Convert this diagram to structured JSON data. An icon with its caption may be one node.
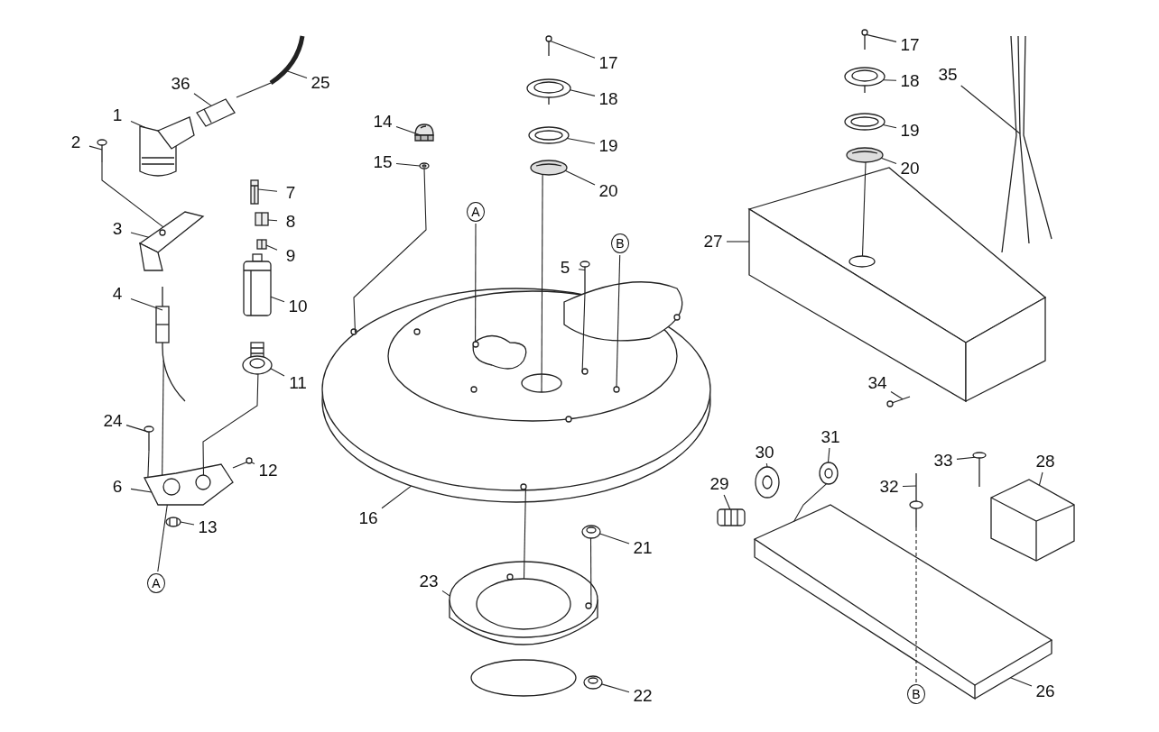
{
  "diagram": {
    "nodes": [
      {
        "text": [
          "36"
        ]
      },
      {
        "text": [
          "25"
        ]
      },
      {
        "text": [
          "1"
        ]
      },
      {
        "text": [
          "2"
        ]
      },
      {
        "text": [
          "3"
        ]
      },
      {
        "text": [
          "7"
        ]
      },
      {
        "text": [
          "8"
        ]
      },
      {
        "text": [
          "9"
        ]
      },
      {
        "text": [
          "4"
        ]
      },
      {
        "text": [
          "10"
        ]
      },
      {
        "text": [
          "11"
        ]
      },
      {
        "text": [
          "24"
        ]
      },
      {
        "text": [
          "12"
        ]
      },
      {
        "text": [
          "6"
        ]
      },
      {
        "text": [
          "13"
        ]
      },
      {
        "text": [
          "A"
        ]
      },
      {
        "text": [
          "14"
        ]
      },
      {
        "text": [
          "15"
        ]
      },
      {
        "text": [
          "17"
        ]
      },
      {
        "text": [
          "18"
        ]
      },
      {
        "text": [
          "19"
        ]
      },
      {
        "text": [
          "20"
        ]
      },
      {
        "text": [
          "A"
        ]
      },
      {
        "text": [
          "5"
        ]
      },
      {
        "text": [
          "B"
        ]
      },
      {
        "text": [
          "16"
        ]
      },
      {
        "text": [
          "23"
        ]
      },
      {
        "text": [
          "21"
        ]
      },
      {
        "text": [
          "22"
        ]
      },
      {
        "text": [
          "17"
        ]
      },
      {
        "text": [
          "18"
        ]
      },
      {
        "text": [
          "19"
        ]
      },
      {
        "text": [
          "20"
        ]
      },
      {
        "text": [
          "35"
        ]
      },
      {
        "text": [
          "27"
        ]
      },
      {
        "text": [
          "34"
        ]
      },
      {
        "text": [
          "31"
        ]
      },
      {
        "text": [
          "30"
        ]
      },
      {
        "text": [
          "29"
        ]
      },
      {
        "text": [
          "33"
        ]
      },
      {
        "text": [
          "28"
        ]
      },
      {
        "text": [
          "32"
        ]
      },
      {
        "text": [
          "26"
        ]
      },
      {
        "text": [
          "B"
        ]
      },
      {
        "text": [],
        "shape": "picture"
      },
      {
        "text": [],
        "shape": "picture"
      },
      {
        "text": [],
        "shape": "picture"
      },
      {
        "text": [],
        "shape": "picture"
      },
      {
        "text": [],
        "shape": "picture"
      },
      {
        "text": [],
        "shape": "picture"
      },
      {
        "text": [],
        "shape": "picture"
      },
      {
        "text": [],
        "shape": "picture"
      },
      {
        "text": [],
        "shape": "picture"
      },
      {
        "text": [],
        "shape": "picture"
      },
      {
        "text": [],
        "shape": "picture"
      },
      {
        "text": [],
        "shape": "picture"
      },
      {
        "text": [],
        "shape": "picture"
      },
      {
        "text": [],
        "shape": "picture"
      },
      {
        "text": [],
        "shape": "picture"
      },
      {
        "text": [],
        "shape": "picture"
      },
      {
        "text": [],
        "shape": "picture"
      },
      {
        "text": [],
        "shape": "picture"
      },
      {
        "text": [],
        "shape": "picture"
      },
      {
        "text": [],
        "shape": "picture"
      },
      {
        "text": [],
        "shape": "picture"
      },
      {
        "text": [],
        "shape": "picture"
      },
      {
        "text": [],
        "shape": "picture"
      },
      {
        "text": [],
        "shape": "picture"
      },
      {
        "text": [],
        "shape": "picture"
      },
      {
        "text": [],
        "shape": "picture"
      },
      {
        "text": [],
        "shape": "picture"
      },
      {
        "text": [],
        "shape": "picture"
      },
      {
        "text": [],
        "shape": "picture"
      },
      {
        "text": [],
        "shape": "picture"
      },
      {
        "text": [],
        "shape": "picture"
      },
      {
        "text": [],
        "shape": "picture"
      },
      {
        "text": [],
        "shape": "picture"
      },
      {
        "text": [],
        "shape": "picture"
      },
      {
        "text": [],
        "shape": "picture"
      },
      {
        "text": [],
        "shape": "picture"
      },
      {
        "text": [],
        "shape": "picture"
      },
      {
        "text": [],
        "shape": "picture"
      },
      {
        "text": [],
        "shape": "picture"
      },
      {
        "text": [],
        "shape": "picture"
      }
    ],
    "edges": [
      {
        "from": 0,
        "to": 45,
        "arrow": "none"
      },
      {
        "from": 1,
        "to": 44,
        "arrow": "none"
      },
      {
        "from": 2,
        "to": 46,
        "arrow": "none"
      },
      {
        "from": 3,
        "to": 47,
        "arrow": "none"
      },
      {
        "from": 4,
        "to": 48,
        "arrow": "none"
      },
      {
        "from": 5,
        "to": 50,
        "arrow": "none"
      },
      {
        "from": 6,
        "to": 51,
        "arrow": "none"
      },
      {
        "from": 7,
        "to": 52,
        "arrow": "none"
      },
      {
        "from": 8,
        "to": 49,
        "arrow": "none"
      },
      {
        "from": 9,
        "to": 53,
        "arrow": "none"
      },
      {
        "from": 10,
        "to": 54,
        "arrow": "none"
      },
      {
        "from": 11,
        "to": 55,
        "arrow": "none"
      },
      {
        "from": 12,
        "to": 57,
        "arrow": "none"
      },
      {
        "from": 13,
        "to": 56,
        "arrow": "none"
      },
      {
        "from": 14,
        "to": 58,
        "arrow": "none"
      },
      {
        "from": 15,
        "to": 56,
        "arrow": "none"
      },
      {
        "from": 16,
        "to": 59,
        "arrow": "none"
      },
      {
        "from": 17,
        "to": 60,
        "arrow": "none"
      },
      {
        "from": 18,
        "to": 61,
        "arrow": "none"
      },
      {
        "from": 19,
        "to": 62,
        "arrow": "none"
      },
      {
        "from": 20,
        "to": 63,
        "arrow": "none"
      },
      {
        "from": 21,
        "to": 64,
        "arrow": "none"
      },
      {
        "from": 22,
        "to": 66,
        "arrow": "none"
      },
      {
        "from": 23,
        "to": 65,
        "arrow": "none"
      },
      {
        "from": 24,
        "to": 66,
        "arrow": "none"
      },
      {
        "from": 25,
        "to": 66,
        "arrow": "none"
      },
      {
        "from": 26,
        "to": 68,
        "arrow": "none"
      },
      {
        "from": 27,
        "to": 67,
        "arrow": "none"
      },
      {
        "from": 28,
        "to": 69,
        "arrow": "none"
      },
      {
        "from": 29,
        "to": 70,
        "arrow": "none"
      },
      {
        "from": 30,
        "to": 71,
        "arrow": "none"
      },
      {
        "from": 31,
        "to": 72,
        "arrow": "none"
      },
      {
        "from": 32,
        "to": 73,
        "arrow": "none"
      },
      {
        "from": 33,
        "to": 74,
        "arrow": "none"
      },
      {
        "from": 34,
        "to": 75,
        "arrow": "none"
      },
      {
        "from": 35,
        "to": 76,
        "arrow": "none"
      },
      {
        "from": 36,
        "to": 79,
        "arrow": "none"
      },
      {
        "from": 37,
        "to": 78,
        "arrow": "none"
      },
      {
        "from": 38,
        "to": 77,
        "arrow": "none"
      },
      {
        "from": 39,
        "to": 81,
        "arrow": "none"
      },
      {
        "from": 40,
        "to": 82,
        "arrow": "none"
      },
      {
        "from": 41,
        "to": 80,
        "arrow": "none"
      },
      {
        "from": 42,
        "to": 83,
        "arrow": "none"
      },
      {
        "from": 43,
        "to": 80,
        "arrow": "none",
        "style": "dashed"
      },
      {
        "from": 47,
        "to": 48,
        "arrow": "none"
      },
      {
        "from": 60,
        "to": 66,
        "arrow": "none"
      },
      {
        "from": 64,
        "to": 66,
        "arrow": "none"
      },
      {
        "from": 65,
        "to": 66,
        "arrow": "none"
      },
      {
        "from": 68,
        "to": 66,
        "arrow": "none"
      },
      {
        "from": 67,
        "to": 68,
        "arrow": "none"
      },
      {
        "from": 49,
        "to": 56,
        "arrow": "none"
      },
      {
        "from": 54,
        "to": 56,
        "arrow": "none"
      },
      {
        "from": 55,
        "to": 56,
        "arrow": "none"
      },
      {
        "from": 73,
        "to": 75,
        "arrow": "none"
      },
      {
        "from": 79,
        "to": 83,
        "arrow": "none"
      }
    ]
  }
}
